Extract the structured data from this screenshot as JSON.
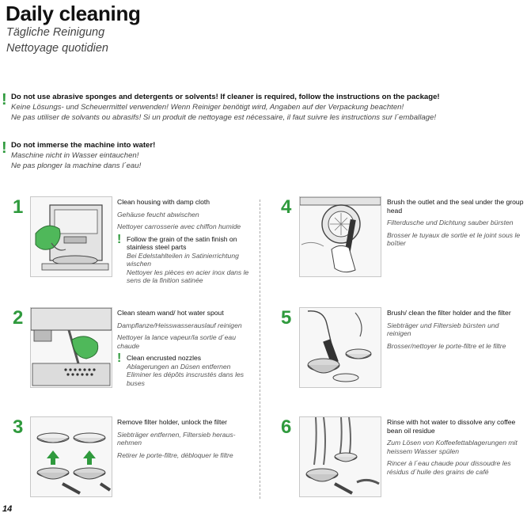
{
  "header": {
    "title": "Daily cleaning",
    "subtitle_de": "Tägliche Reinigung",
    "subtitle_fr": "Nettoyage quotidien"
  },
  "warnings": [
    {
      "en": "Do not use abrasive sponges and detergents or solvents! If cleaner is required, follow the instructions on the package!",
      "de": "Keine Lösungs- und Scheuermittel verwenden! Wenn Reiniger benötigt wird, Angaben auf der Verpackung beachten!",
      "fr": "Ne pas utiliser de solvants ou abrasifs! Si un produit de nettoyage est nécessaire, il faut suivre les instructions sur l´emballage!"
    },
    {
      "en": "Do not immerse the machine into water!",
      "de": "Maschine nicht in Wasser eintauchen!",
      "fr": "Ne pas plonger la machine dans l´eau!"
    }
  ],
  "steps": [
    {
      "number": "1",
      "en": "Clean housing with damp cloth",
      "de": "Gehäuse feucht abwischen",
      "fr": "Nettoyer carrosserie avec chiffon humide",
      "note": {
        "en": "Follow the grain of the satin finish on stainless steel parts",
        "de": "Bei Edelstahlteilen in Satinierrichtung wischen",
        "fr": "Nettoyer les pièces en acier inox dans le sens de la finition satinée"
      }
    },
    {
      "number": "2",
      "en": "Clean steam wand/ hot water spout",
      "de": "Dampflanze/Heisswasserauslauf reinigen",
      "fr": "Nettoyer la lance vapeur/la sortie d´eau chaude",
      "note": {
        "en": "Clean encrusted nozzles",
        "de": "Ablagerungen an Düsen entfernen",
        "fr": "Eliminer les dépôts inscrustés dans les buses"
      }
    },
    {
      "number": "3",
      "en": "Remove filter holder, unlock the filter",
      "de": "Siebträger entfernen, Filtersieb heraus-nehmen",
      "fr": "Retirer le porte-filtre, débloquer le filtre"
    },
    {
      "number": "4",
      "en": "Brush the outlet and the seal under the group head",
      "de": "Filterdusche und Dichtung sauber bürsten",
      "fr": "Brosser le tuyaux de sortie et le joint sous le boîtier"
    },
    {
      "number": "5",
      "en": "Brush/ clean the filter holder and the filter",
      "de": "Siebträger und Filtersieb bürsten und reinigen",
      "fr": "Brosser/nettoyer le porte-filtre et le filtre"
    },
    {
      "number": "6",
      "en": "Rinse with hot water to dissolve any coffee bean oil residue",
      "de": "Zum Lösen von Koffeefettablagerungen mit heissem Wasser spülen",
      "fr": "Rincer à l´eau chaude pour dissoudre les résidus d´huile des grains de café"
    }
  ],
  "page_number": "14",
  "colors": {
    "accent": "#2f9a3d",
    "text": "#1a1a1a"
  }
}
